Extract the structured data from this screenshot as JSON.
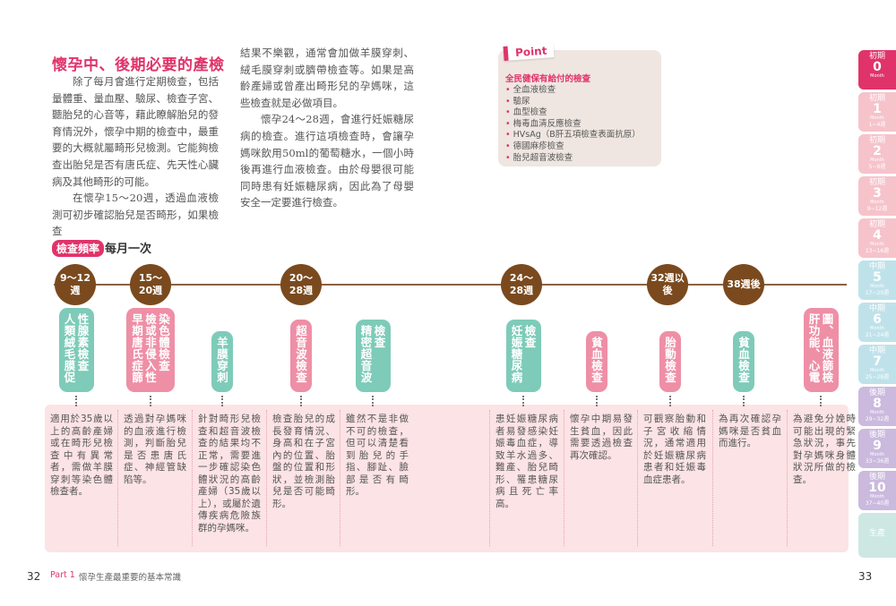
{
  "article": {
    "title": "懷孕中、後期必要的產檢",
    "paragraphs": [
      "除了每月會進行定期檢查，包括量體重、量血壓、驗尿、檢查子宮、聽胎兒的心音等，藉此瞭解胎兒的發育情況外，懷孕中期的檢查中，最重要的大概就屬畸形兒檢測。它能夠檢查出胎兒是否有唐氏症、先天性心臟病及其他畸形的可能。",
      "在懷孕15～20週，透過血液檢測可初步確認胎兒是否畸形，如果檢查",
      "結果不樂觀，通常會加做羊膜穿刺、絨毛膜穿刺或臍帶檢查等。如果是高齡產婦或曾產出畸形兒的孕媽咪，這些檢查就是必做項目。",
      "懷孕24～28週，會進行妊娠糖尿病的檢查。進行這項檢查時，會讓孕媽咪飲用50ml的葡萄糖水，一個小時後再進行血液檢查。由於母嬰很可能同時患有妊娠糖尿病，因此為了母嬰安全一定要進行檢查。"
    ]
  },
  "point": {
    "tag": "Point",
    "heading": "全民健保有給付的檢查",
    "items": [
      "全血液檢查",
      "驗尿",
      "血型檢查",
      "梅毒血清反應檢查",
      "HVsAg（B肝五項檢查表面抗原）",
      "德國麻疹檢查",
      "胎兒超音波檢查"
    ]
  },
  "frequency": {
    "label": "檢查頻率",
    "value": "每月一次"
  },
  "timeline": {
    "milestones": [
      "9～12週",
      "15～20週",
      "20～28週",
      "24～28週",
      "32週以後",
      "38週後"
    ],
    "exams": [
      {
        "name": "人類絨毛膜促性腺素檢查",
        "color": "teal",
        "desc": "適用於35歲以上的高齡產婦或在畸形兒檢查中有異常者，需做羊膜穿刺等染色體檢查者。"
      },
      {
        "name": "早期唐氏症篩檢或非侵入性染色體檢查",
        "color": "pink",
        "desc": "透過對孕媽咪的血液進行檢測，判斷胎兒是否患唐氏症、神經管缺陷等。"
      },
      {
        "name": "羊膜穿刺",
        "color": "teal",
        "desc": "針對畸形兒檢查和超音波檢查的結果均不正常，需要進一步確認染色體狀況的高齡產婦（35歲以上），或屬於遺傳疾病危險族群的孕媽咪。"
      },
      {
        "name": "超音波檢查",
        "color": "pink",
        "desc": "檢查胎兒的成長發育情況、身高和在子宮內的位置、胎盤的位置和形狀，並檢測胎兒是否可能畸形。"
      },
      {
        "name": "精密超音波檢查",
        "color": "teal",
        "desc": "雖然不是非做不可的檢查，但可以清楚看到胎兒的手指、腳趾、臉部是否有畸形。"
      },
      {
        "name": "妊娠糖尿病檢查",
        "color": "teal",
        "desc": "患妊娠糖尿病者易發感染妊娠毒血症，導致羊水過多、難產、胎兒畸形、罹患糖尿病且死亡率高。"
      },
      {
        "name": "貧血檢查",
        "color": "pink",
        "desc": "懷孕中期易發生貧血，因此需要透過檢查再次確認。"
      },
      {
        "name": "胎動檢查",
        "color": "pink",
        "desc": "可觀察胎動和子宮收縮情況，通常適用於妊娠糖尿病患者和妊娠毒血症患者。"
      },
      {
        "name": "貧血檢查",
        "color": "teal",
        "desc": "為再次確認孕媽咪是否貧血而進行。"
      },
      {
        "name": "肝功能、心電圖、血液篩檢",
        "color": "pink",
        "desc": "為避免分娩時可能出現的緊急狀況，事先對孕媽咪身體狀況所做的檢查。"
      }
    ]
  },
  "tabs": [
    {
      "stage": "初期",
      "num": "0",
      "unit": "Month",
      "weeks": "",
      "active": true
    },
    {
      "stage": "初期",
      "num": "1",
      "unit": "Month",
      "weeks": "1~4週"
    },
    {
      "stage": "初期",
      "num": "2",
      "unit": "Month",
      "weeks": "5~8週"
    },
    {
      "stage": "初期",
      "num": "3",
      "unit": "Month",
      "weeks": "9~12週"
    },
    {
      "stage": "初期",
      "num": "4",
      "unit": "Month",
      "weeks": "13~16週"
    },
    {
      "stage": "中期",
      "num": "5",
      "unit": "Month",
      "weeks": "17~20週"
    },
    {
      "stage": "中期",
      "num": "6",
      "unit": "Month",
      "weeks": "21~24週"
    },
    {
      "stage": "中期",
      "num": "7",
      "unit": "Month",
      "weeks": "25~28週"
    },
    {
      "stage": "後期",
      "num": "8",
      "unit": "Month",
      "weeks": "29~32週"
    },
    {
      "stage": "後期",
      "num": "9",
      "unit": "Month",
      "weeks": "33~36週"
    },
    {
      "stage": "後期",
      "num": "10",
      "unit": "Month",
      "weeks": "37~40週"
    },
    {
      "stage": "生產"
    }
  ],
  "footer": {
    "left_page": "32",
    "part": "Part 1",
    "chapter": "懷孕生產最重要的基本常識",
    "right_page": "33"
  },
  "colors": {
    "accent": "#e0336a",
    "teal": "#7ecbb9",
    "pink": "#ee8fa6",
    "milestone": "#7a4a1e",
    "panel": "#fce3e5"
  }
}
